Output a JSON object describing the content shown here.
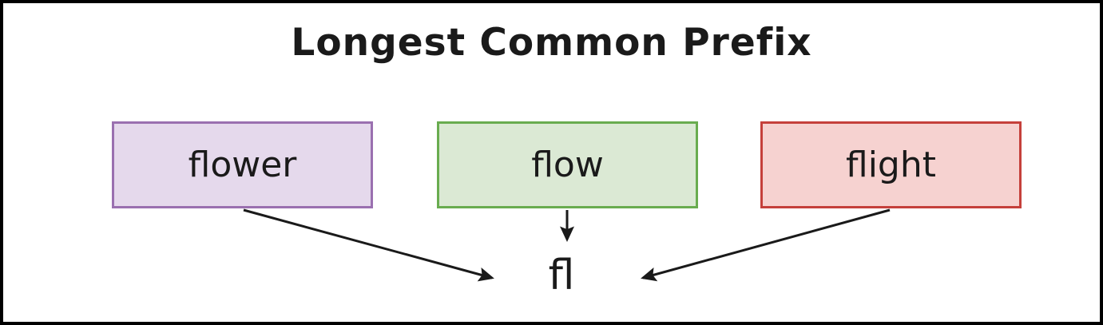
{
  "frame": {
    "border_color": "#000000",
    "background": "#ffffff"
  },
  "diagram": {
    "title": "Longest Common Prefix",
    "words": [
      {
        "label": "flower",
        "fill": "#e5d9ec",
        "border": "#9a70b0"
      },
      {
        "label": "flow",
        "fill": "#dbe9d4",
        "border": "#69ac4f"
      },
      {
        "label": "flight",
        "fill": "#f6d2d0",
        "border": "#c5403b"
      }
    ],
    "result": "fl",
    "arrows": [
      {
        "from": "flower",
        "to": "fl",
        "direction": "down-right"
      },
      {
        "from": "flow",
        "to": "fl",
        "direction": "down"
      },
      {
        "from": "flight",
        "to": "fl",
        "direction": "down-left"
      }
    ],
    "text_color": "#1a1a1a",
    "arrow_color": "#1a1a1a"
  }
}
